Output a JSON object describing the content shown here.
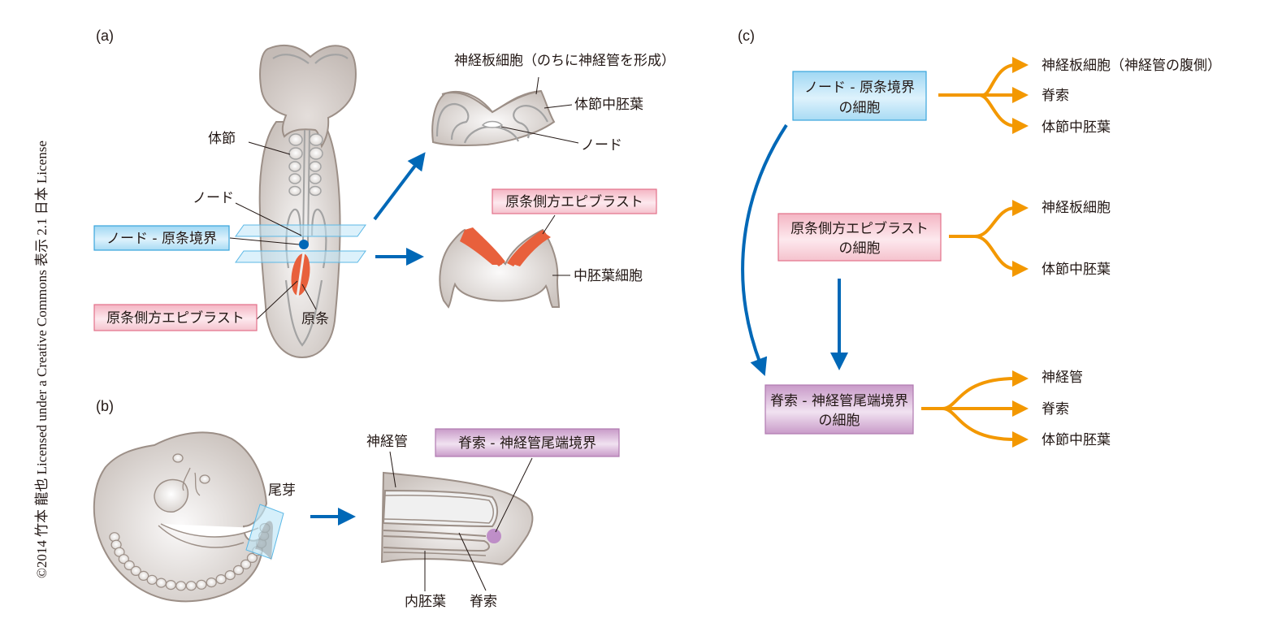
{
  "credit": "©2014 竹本 龍也 Licensed under a Creative Commons 表示 2.1 日本 License",
  "colors": {
    "arrow_blue": "#0068b7",
    "arrow_orange": "#f39800",
    "streak_red": "#e8603c",
    "node_blue_box": "#bfe6f8",
    "epiblast_pink_box": "#f7c6d0",
    "cnh_purple_box": "#d9b3d9",
    "tissue_gray": "#cfc7c2"
  },
  "panel_a": {
    "label": "(a)",
    "labels": {
      "somite": "体節",
      "node": "ノード",
      "node_streak_border": "ノード - 原条境界",
      "lateral_epiblast": "原条側方エピブラスト",
      "primitive_streak": "原条",
      "neural_plate": "神経板細胞（のちに神経管を形成）",
      "somitic_mesoderm": "体節中胚葉",
      "node_section": "ノード",
      "lateral_epiblast_section": "原条側方エピブラスト",
      "mesoderm_cells": "中胚葉細胞"
    }
  },
  "panel_b": {
    "label": "(b)",
    "labels": {
      "tail_bud": "尾芽",
      "neural_tube": "神経管",
      "cnh": "脊索 - 神経管尾端境界",
      "endoderm": "内胚葉",
      "notochord": "脊索"
    }
  },
  "panel_c": {
    "label": "(c)",
    "sources": [
      {
        "id": "node",
        "line1": "ノード - 原条境界",
        "line2": "の細胞",
        "fates": [
          "神経板細胞（神経管の腹側）",
          "脊索",
          "体節中胚葉"
        ]
      },
      {
        "id": "epiblast",
        "line1": "原条側方エピブラスト",
        "line2": "の細胞",
        "fates": [
          "神経板細胞",
          "体節中胚葉"
        ]
      },
      {
        "id": "cnh",
        "line1": "脊索 - 神経管尾端境界",
        "line2": "の細胞",
        "fates": [
          "神経管",
          "脊索",
          "体節中胚葉"
        ]
      }
    ]
  }
}
